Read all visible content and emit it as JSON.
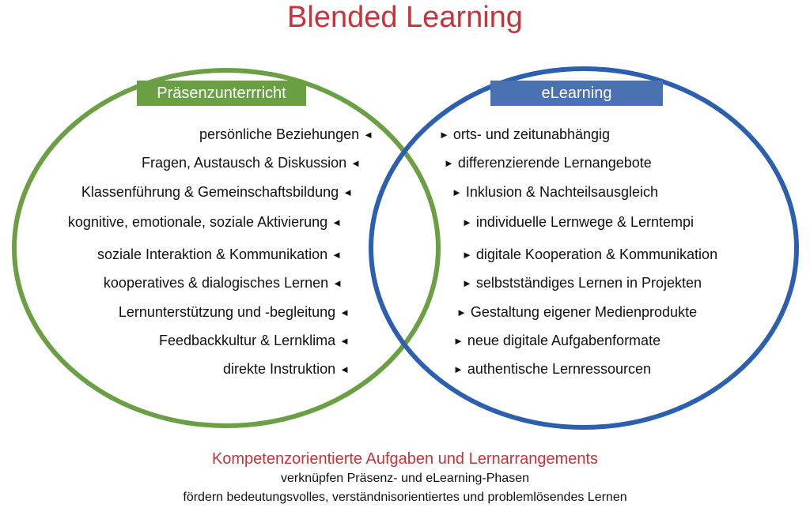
{
  "title": "Blended Learning",
  "colors": {
    "title": "#c8323a",
    "left_circle": "#6aa043",
    "right_circle": "#2c5fb0",
    "left_label_bg": "#6aa043",
    "right_label_bg": "#4a72b0"
  },
  "left": {
    "label": "Präsenzunterrricht",
    "items": [
      "persönliche Beziehungen",
      "Fragen, Austausch & Diskussion",
      "Klassenführung & Gemeinschaftsbildung",
      "kognitive, emotionale, soziale Aktivierung",
      "soziale Interaktion & Kommunikation",
      "kooperatives & dialogisches Lernen",
      "Lernunterstützung und -begleitung",
      "Feedbackkultur & Lernklima",
      "direkte Instruktion"
    ],
    "marker": "◄"
  },
  "right": {
    "label": "eLearning",
    "items": [
      "orts- und zeitunabhängig",
      "differenzierende Lernangebote",
      "Inklusion & Nachteilsausgleich",
      "individuelle Lernwege & Lerntempi",
      "digitale Kooperation & Kommunikation",
      "selbstständiges Lernen in Projekten",
      "Gestaltung eigener Medienprodukte",
      "neue digitale Aufgabenformate",
      "authentische Lernressourcen"
    ],
    "marker": "►"
  },
  "footer": {
    "heading": "Kompetenzorientierte Aufgaben und Lernarrangements",
    "line1": "verknüpfen Präsenz- und eLearning-Phasen",
    "line2": "fördern bedeutungsvolles, verständnisorientiertes und problemlösendes Lernen"
  }
}
